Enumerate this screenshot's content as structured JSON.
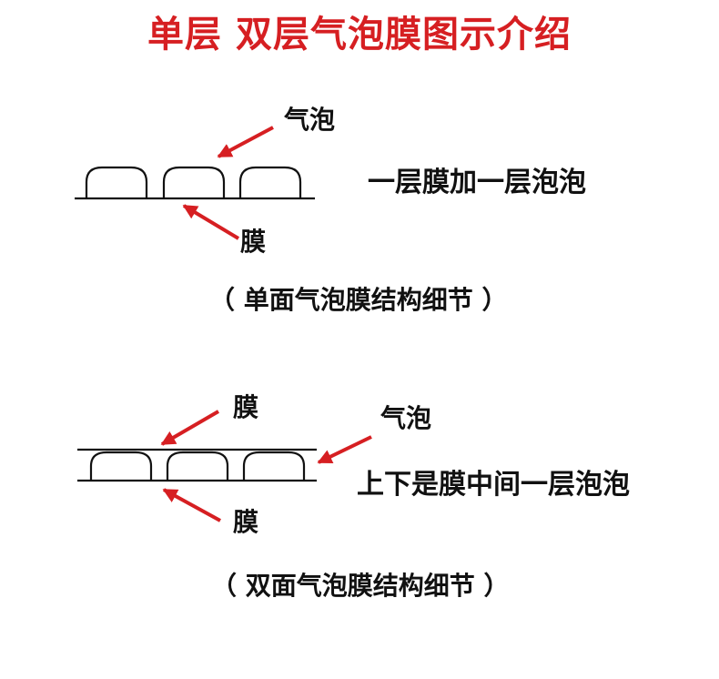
{
  "title": "单层  双层气泡膜图示介绍",
  "single": {
    "bubble_label": "气泡",
    "film_label": "膜",
    "description": "一层膜加一层泡泡",
    "caption": "（ 单面气泡膜结构细节 ）"
  },
  "double": {
    "film_top_label": "膜",
    "bubble_label": "气泡",
    "film_bottom_label": "膜",
    "description": "上下是膜中间一层泡泡",
    "caption": "（ 双面气泡膜结构细节 ）"
  },
  "colors": {
    "title": "#d61f22",
    "arrow": "#d61f22",
    "line": "#111111",
    "text": "#111111"
  }
}
